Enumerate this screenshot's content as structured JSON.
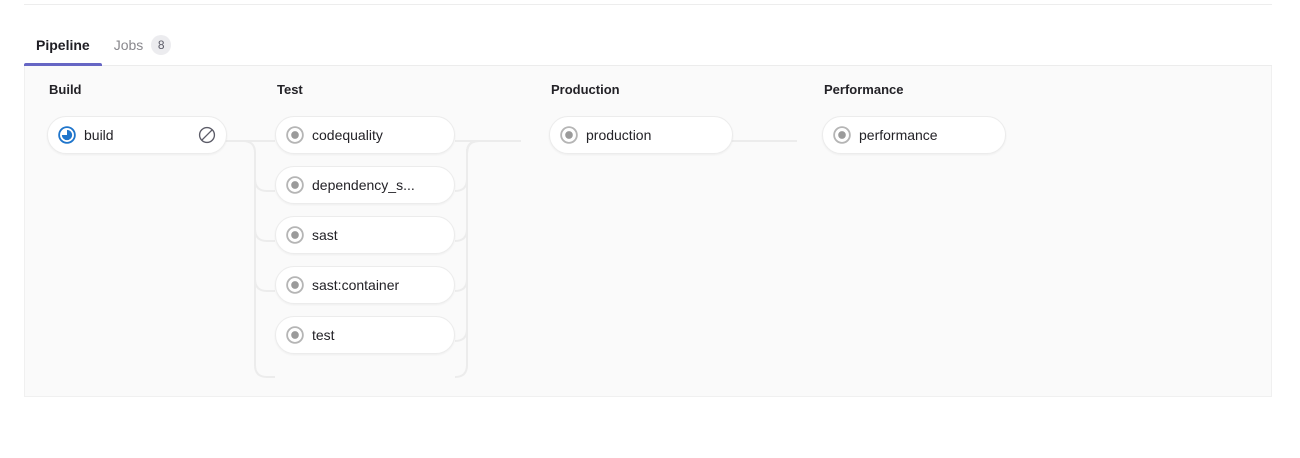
{
  "tabs": [
    {
      "label": "Pipeline",
      "name": "tab-pipeline",
      "active": true,
      "badge": null
    },
    {
      "label": "Jobs",
      "name": "tab-jobs",
      "active": false,
      "badge": "8"
    }
  ],
  "colors": {
    "active_tab_indicator": "#6666c4",
    "running_status": "#1f75cb",
    "created_status": "#868686",
    "panel_background": "#fafafa",
    "connector_line": "#ececec",
    "job_border": "#ececec",
    "text_primary": "#232227",
    "text_muted": "#89888d"
  },
  "pipeline": {
    "stages": [
      {
        "title": "Build",
        "jobs": [
          {
            "name": "build",
            "status": "running",
            "status_icon": "status-running-icon",
            "action": {
              "label": "Cancel",
              "icon": "cancel-icon"
            }
          }
        ]
      },
      {
        "title": "Test",
        "jobs": [
          {
            "name": "codequality",
            "status": "created",
            "status_icon": "status-created-icon",
            "action": null
          },
          {
            "name": "dependency_s...",
            "status": "created",
            "status_icon": "status-created-icon",
            "action": null
          },
          {
            "name": "sast",
            "status": "created",
            "status_icon": "status-created-icon",
            "action": null
          },
          {
            "name": "sast:container",
            "status": "created",
            "status_icon": "status-created-icon",
            "action": null
          },
          {
            "name": "test",
            "status": "created",
            "status_icon": "status-created-icon",
            "action": null
          }
        ]
      },
      {
        "title": "Production",
        "jobs": [
          {
            "name": "production",
            "status": "created",
            "status_icon": "status-created-icon",
            "action": null
          }
        ]
      },
      {
        "title": "Performance",
        "jobs": [
          {
            "name": "performance",
            "status": "created",
            "status_icon": "status-created-icon",
            "action": null
          }
        ]
      }
    ]
  }
}
